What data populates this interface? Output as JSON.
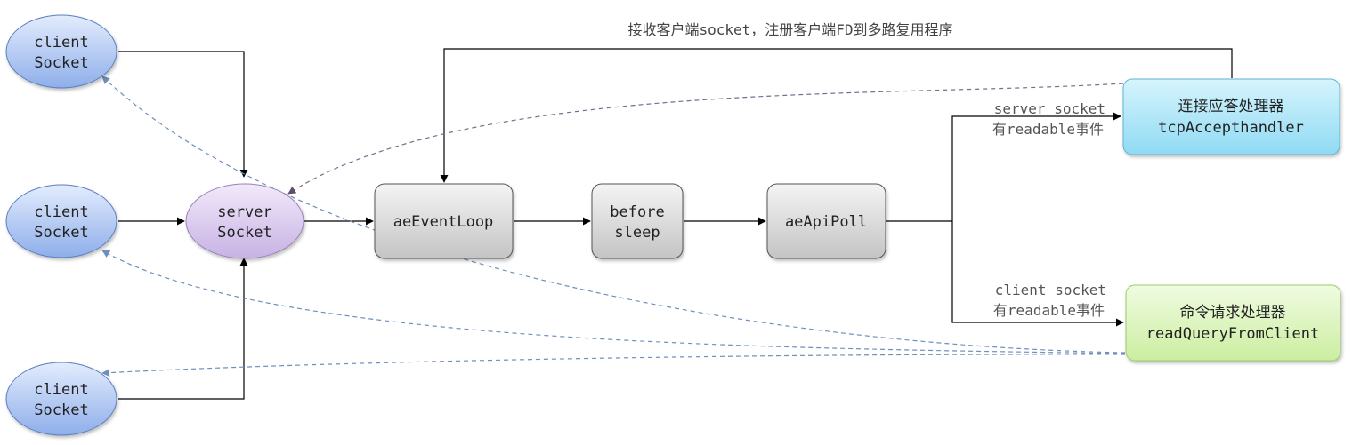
{
  "nodes": {
    "client1": {
      "line1": "client",
      "line2": "Socket"
    },
    "client2": {
      "line1": "client",
      "line2": "Socket"
    },
    "client3": {
      "line1": "client",
      "line2": "Socket"
    },
    "server": {
      "line1": "server",
      "line2": "Socket"
    },
    "event_loop": {
      "label": "aeEventLoop"
    },
    "before_sleep": {
      "line1": "before",
      "line2": "sleep"
    },
    "api_poll": {
      "label": "aeApiPoll"
    },
    "accept_handler": {
      "line1": "连接应答处理器",
      "line2": "tcpAccepthandler"
    },
    "query_handler": {
      "line1": "命令请求处理器",
      "line2": "readQueryFromClient"
    }
  },
  "edge_labels": {
    "top_loop": "接收客户端socket，注册客户端FD到多路复用程序",
    "server_event": {
      "line1": "server socket",
      "line2": "有readable事件"
    },
    "client_event": {
      "line1": "client socket",
      "line2": "有readable事件"
    }
  },
  "colors": {
    "client_fill": "#9fbdf0",
    "server_fill": "#d3c0ea",
    "process_fill": "#d9d9d9",
    "accept_fill": "#a6e3f6",
    "query_fill": "#d8f3b5",
    "dash_blue": "#6e8fbd",
    "dash_purple": "#7d6b8c"
  }
}
